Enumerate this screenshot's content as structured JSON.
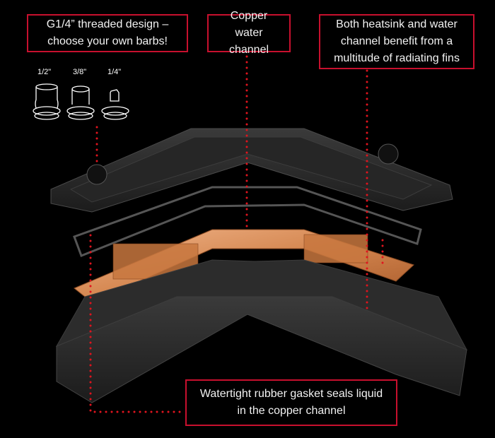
{
  "callouts": {
    "threaded": "G1/4” threaded design – choose your own barbs!",
    "copper": "Copper water channel",
    "fins": "Both heatsink and water channel benefit from a multitude of radiating fins",
    "gasket": "Watertight rubber gasket seals liquid in the copper channel"
  },
  "barb_sizes": [
    "1/2\"",
    "3/8\"",
    "1/4\""
  ],
  "colors": {
    "accent": "#c8102e",
    "dots": "#e0141e",
    "copper": "#d98a55",
    "metal": "#2a2a2a"
  }
}
